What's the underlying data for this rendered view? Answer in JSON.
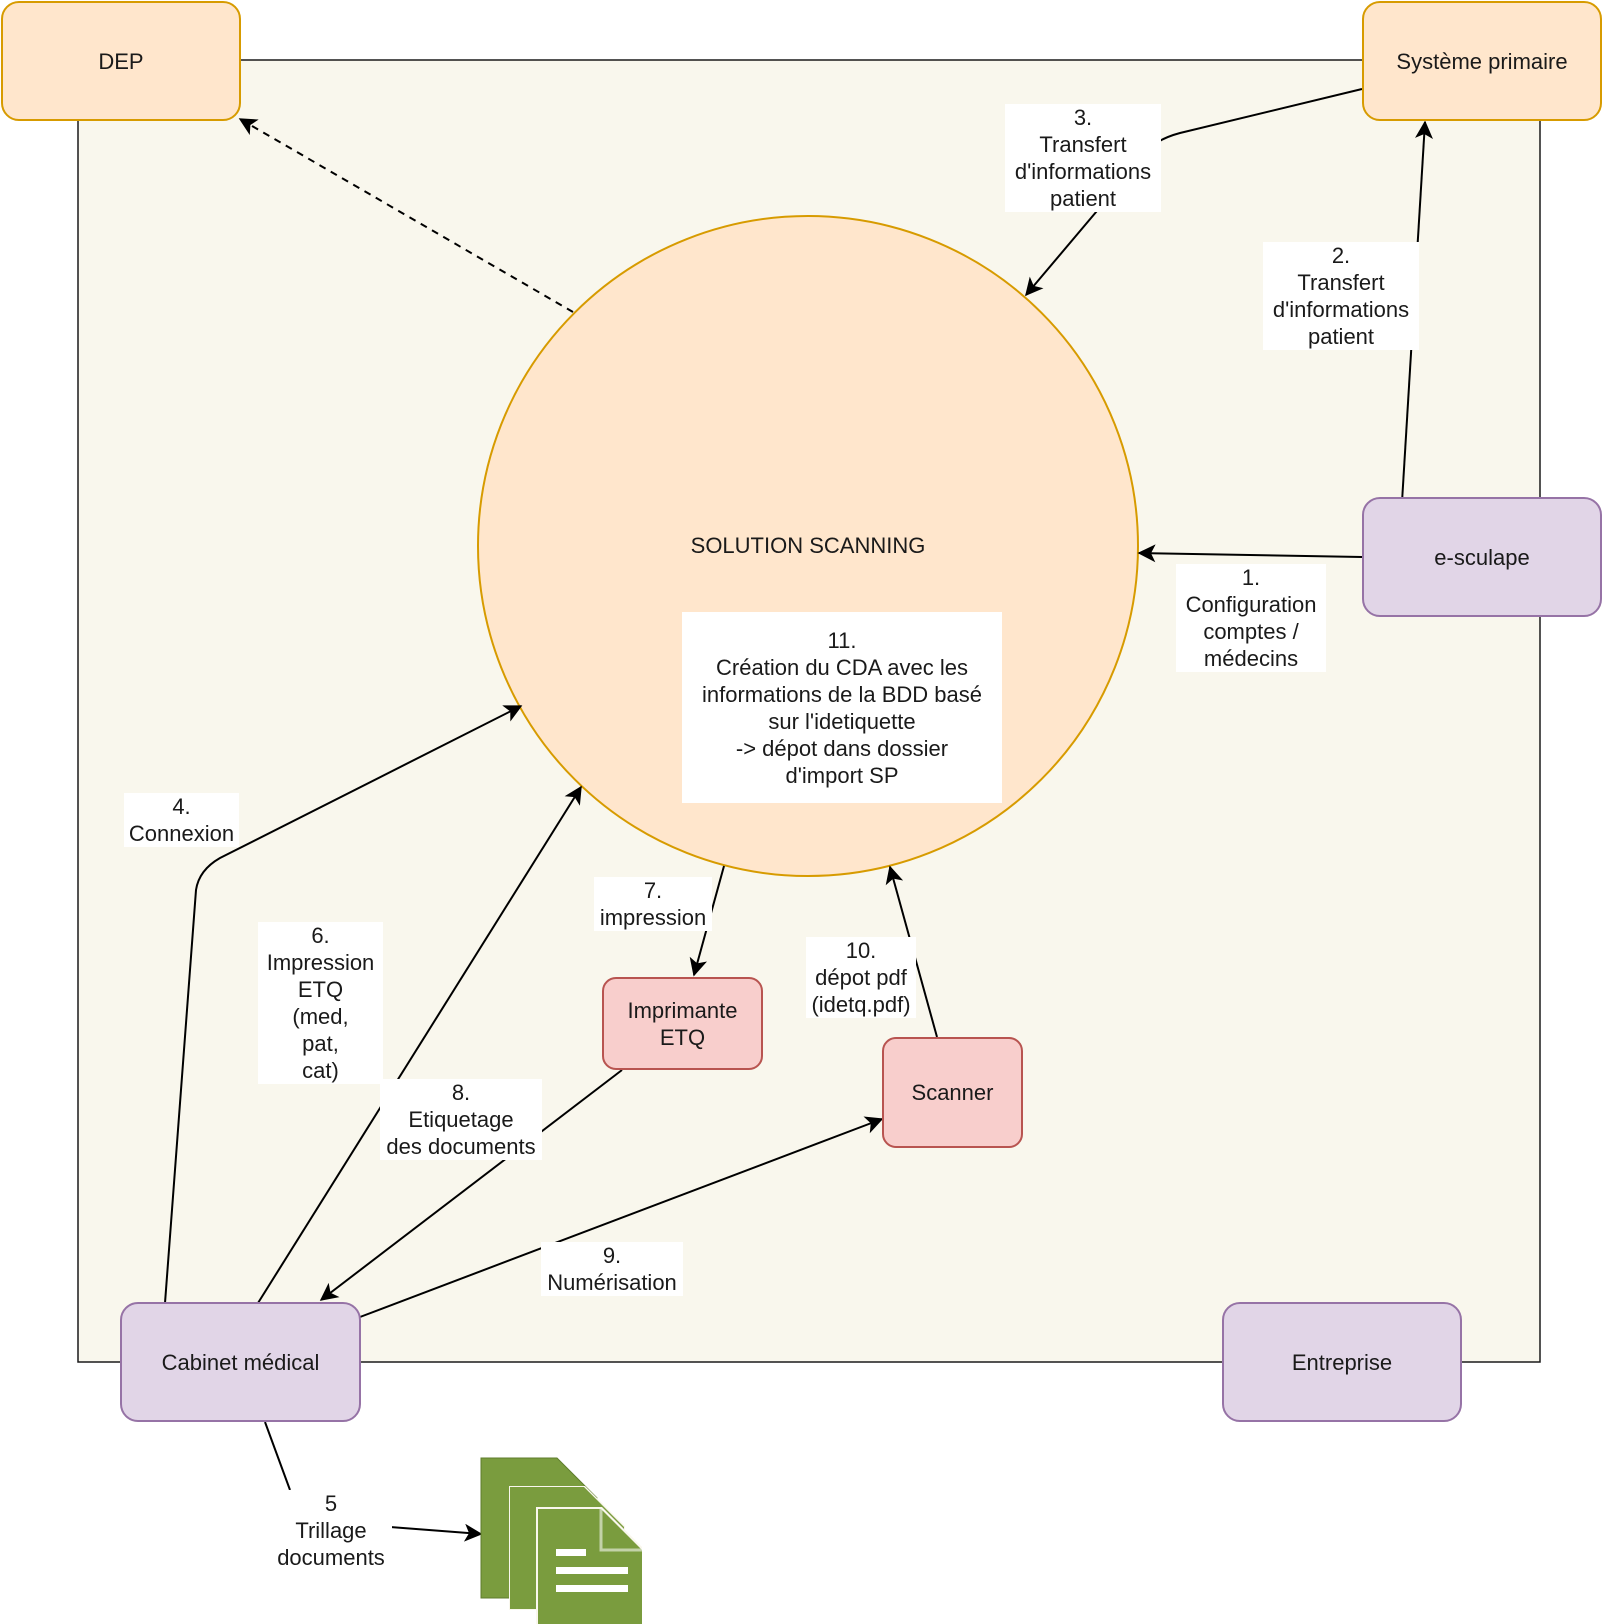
{
  "nodes": {
    "dep": "DEP",
    "systeme_primaire": "Système primaire",
    "esculape": "e-sculape",
    "cabinet": "Cabinet médical",
    "entreprise": "Entreprise",
    "imprimante": "Imprimante\nETQ",
    "scanner": "Scanner",
    "solution": "SOLUTION SCANNING"
  },
  "steps": {
    "s1": "1.\nConfiguration\ncomptes /\nmédecins",
    "s2": "2.\nTransfert\nd'informations\npatient",
    "s3": "3.\nTransfert\nd'informations\npatient",
    "s4": "4.\nConnexion",
    "s5": "5\nTrillage\ndocuments",
    "s6": "6.\nImpression\nETQ\n(med,\npat,\ncat)",
    "s7": "7.\nimpression",
    "s8": "8.\nEtiquetage\ndes documents",
    "s9": "9.\nNumérisation",
    "s10": "10.\ndépot pdf\n(idetq.pdf)",
    "s11": "11.\nCréation du CDA avec les\ninformations de la BDD basé\nsur l'idetiquette\n-> dépot dans dossier\nd'import SP"
  },
  "icons": {
    "documents": "documents-icon"
  },
  "colors": {
    "container_bg": "#f9f7ed",
    "orange_fill": "#ffe6cc",
    "orange_stroke": "#d79b00",
    "purple_fill": "#e1d5e7",
    "purple_stroke": "#9673a6",
    "red_fill": "#f8cecc",
    "red_stroke": "#b85450",
    "doc_green": "#7a9c3e"
  }
}
